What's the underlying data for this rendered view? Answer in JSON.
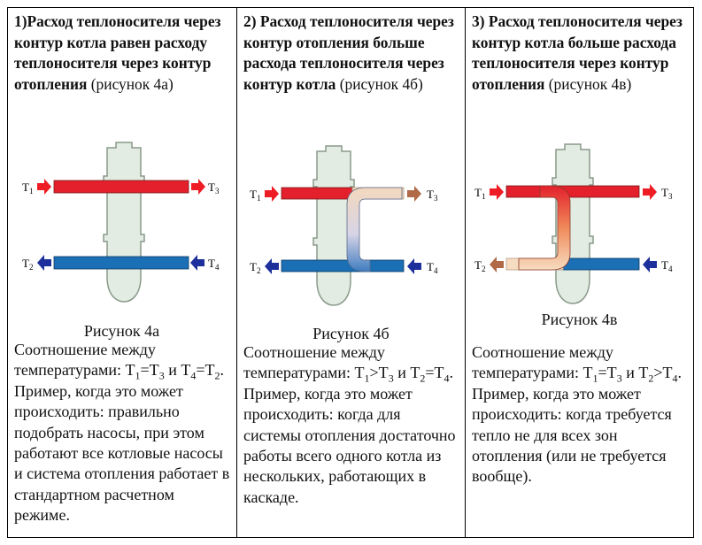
{
  "columns": [
    {
      "heading_bold": "1)Расход теплоносителя через контур котла равен расходу теплоносителя через контур отопления",
      "heading_normal": " (рисунок 4а)",
      "caption": "Рисунок 4а",
      "labels": {
        "t1": "T",
        "t1_sub": "1",
        "t2": "T",
        "t2_sub": "2",
        "t3": "T",
        "t3_sub": "3",
        "t4": "T",
        "t4_sub": "4"
      },
      "desc": {
        "a": "Соотношение между температурами: Т",
        "s1": "1",
        "b": "=Т",
        "s2": "3",
        "c": " и Т",
        "s3": "4",
        "d": "=Т",
        "s4": "2",
        "e": ". Пример, когда это может происходить: правильно подобрать насосы, при этом работают все котловые насосы и система отопления работает в стандартном расчетном режиме."
      }
    },
    {
      "heading_bold": "2) Расход теплоносителя через контур отопления больше расхода теплоносителя через контур котла",
      "heading_normal": " (рисунок 4б)",
      "caption": "Рисунок 4б",
      "labels": {
        "t1": "T",
        "t1_sub": "1",
        "t2": "T",
        "t2_sub": "2",
        "t3": "T",
        "t3_sub": "3",
        "t4": "T",
        "t4_sub": "4"
      },
      "desc": {
        "a": "Соотношение между температурами: Т",
        "s1": "1",
        "b": ">Т",
        "s2": "3",
        "c": " и Т",
        "s3": "2",
        "d": "=Т",
        "s4": "4",
        "e": ". Пример, когда это может происходить: когда для системы отопления достаточно работы всего одного котла из нескольких, работающих в каскаде."
      }
    },
    {
      "heading_bold": "3) Расход теплоносителя через контур котла больше расхода теплоносителя через контур отопления",
      "heading_normal": " (рисунок 4в)",
      "caption": "Рисунок 4в",
      "labels": {
        "t1": "T",
        "t1_sub": "1",
        "t2": "T",
        "t2_sub": "2",
        "t3": "T",
        "t3_sub": "3",
        "t4": "T",
        "t4_sub": "4"
      },
      "desc": {
        "a": "Соотношение между температурами: Т",
        "s1": "1",
        "b": "=Т",
        "s2": "3",
        "c": " и Т",
        "s3": "2",
        "d": ">Т",
        "s4": "4",
        "e": ". Пример, когда это может происходить: когда требуется тепло не для всех зон отопления (или не требуется вообще)."
      }
    }
  ],
  "colors": {
    "hot": "#e3202c",
    "cold": "#1a6fb5",
    "body": "#e2ece2",
    "outline": "#8a9a8a",
    "arrow_red": "#ee1c24",
    "arrow_blue": "#1c2f9a",
    "arrow_brown": "#b06a48"
  }
}
